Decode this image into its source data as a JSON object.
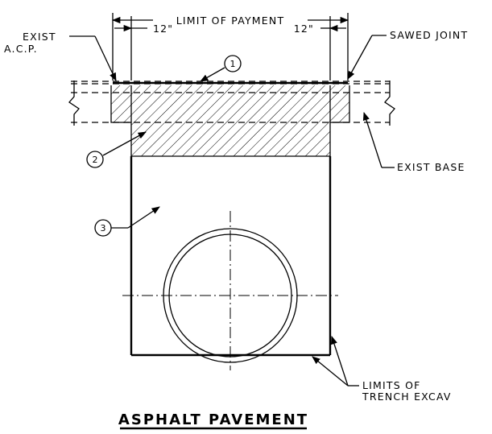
{
  "title": "ASPHALT PAVEMENT",
  "labels": {
    "limit_of_payment": "LIMIT OF PAYMENT",
    "left_offset": "12\"",
    "right_offset": "12\"",
    "exist_acp_line1": "EXIST",
    "exist_acp_line2": "A.C.P.",
    "sawed_joint": "SAWED JOINT",
    "exist_base": "EXIST BASE",
    "limits_line1": "LIMITS OF",
    "limits_line2": "TRENCH EXCAV"
  },
  "callouts": [
    "1",
    "2",
    "3"
  ]
}
